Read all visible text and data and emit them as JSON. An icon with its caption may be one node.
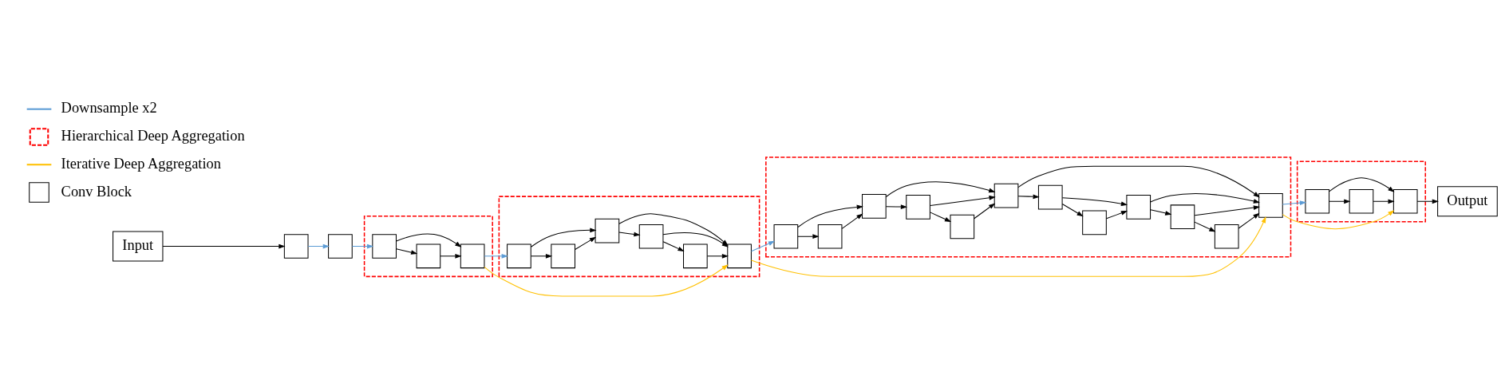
{
  "diagram": {
    "nodes": [
      {
        "text": [
          "Input"
        ]
      },
      {
        "text": [],
        "shape": "box"
      },
      {
        "text": [],
        "shape": "box"
      },
      {
        "text": [],
        "shape": "box"
      },
      {
        "text": [],
        "shape": "box",
        "in": 3
      },
      {
        "text": [],
        "shape": "box",
        "in": 3
      },
      {
        "text": [],
        "shape": "box",
        "in": 3
      },
      {
        "text": [],
        "shape": "box"
      },
      {
        "text": [],
        "shape": "box",
        "in": 7
      },
      {
        "text": [],
        "shape": "box",
        "in": 7
      },
      {
        "text": [],
        "shape": "box",
        "in": 7
      },
      {
        "text": [],
        "shape": "box",
        "in": 7
      },
      {
        "text": [],
        "shape": "box",
        "in": 7
      },
      {
        "text": [],
        "shape": "box",
        "in": 7
      },
      {
        "text": [],
        "shape": "box"
      },
      {
        "text": [],
        "shape": "box",
        "in": 14
      },
      {
        "text": [],
        "shape": "box",
        "in": 14
      },
      {
        "text": [],
        "shape": "box",
        "in": 14
      },
      {
        "text": [],
        "shape": "box",
        "in": 14
      },
      {
        "text": [],
        "shape": "box",
        "in": 14
      },
      {
        "text": [],
        "shape": "box",
        "in": 14
      },
      {
        "text": [],
        "shape": "box",
        "in": 14
      },
      {
        "text": [],
        "shape": "box",
        "in": 14
      },
      {
        "text": [],
        "shape": "box",
        "in": 14
      },
      {
        "text": [],
        "shape": "box",
        "in": 14
      },
      {
        "text": [],
        "shape": "box",
        "in": 14
      },
      {
        "text": [],
        "shape": "box",
        "in": 14
      },
      {
        "text": [],
        "shape": "box"
      },
      {
        "text": [],
        "shape": "box",
        "in": 27
      },
      {
        "text": [],
        "shape": "box",
        "in": 27
      },
      {
        "text": [],
        "shape": "box",
        "in": 27
      },
      {
        "text": [
          "Output"
        ]
      }
    ],
    "edges": [
      {
        "from": 0,
        "to": 1,
        "arrow": "to"
      },
      {
        "from": 1,
        "to": 2,
        "arrow": "to",
        "color": "#5b9bd5"
      },
      {
        "from": 2,
        "to": 4,
        "arrow": "to",
        "color": "#5b9bd5"
      },
      {
        "from": 4,
        "to": 5,
        "arrow": "to"
      },
      {
        "from": 4,
        "to": 6,
        "arrow": "to"
      },
      {
        "from": 5,
        "to": 6,
        "arrow": "to"
      },
      {
        "from": 6,
        "to": 8,
        "arrow": "to",
        "color": "#5b9bd5"
      },
      {
        "from": 6,
        "to": 13,
        "arrow": "to",
        "color": "#ffc000"
      },
      {
        "from": 8,
        "to": 9,
        "arrow": "to"
      },
      {
        "from": 8,
        "to": 10,
        "arrow": "to"
      },
      {
        "from": 9,
        "to": 10,
        "arrow": "to"
      },
      {
        "from": 10,
        "to": 11,
        "arrow": "to"
      },
      {
        "from": 10,
        "to": 13,
        "arrow": "to"
      },
      {
        "from": 11,
        "to": 12,
        "arrow": "to"
      },
      {
        "from": 11,
        "to": 13,
        "arrow": "to"
      },
      {
        "from": 12,
        "to": 13,
        "arrow": "to"
      },
      {
        "from": 13,
        "to": 15,
        "arrow": "to",
        "color": "#5b9bd5"
      },
      {
        "from": 13,
        "to": 26,
        "arrow": "to",
        "color": "#ffc000"
      },
      {
        "from": 15,
        "to": 16,
        "arrow": "to"
      },
      {
        "from": 15,
        "to": 17,
        "arrow": "to"
      },
      {
        "from": 16,
        "to": 17,
        "arrow": "to"
      },
      {
        "from": 17,
        "to": 18,
        "arrow": "to"
      },
      {
        "from": 17,
        "to": 20,
        "arrow": "to"
      },
      {
        "from": 18,
        "to": 19,
        "arrow": "to"
      },
      {
        "from": 18,
        "to": 20,
        "arrow": "to"
      },
      {
        "from": 19,
        "to": 20,
        "arrow": "to"
      },
      {
        "from": 20,
        "to": 21,
        "arrow": "to"
      },
      {
        "from": 20,
        "to": 26,
        "arrow": "to"
      },
      {
        "from": 21,
        "to": 22,
        "arrow": "to"
      },
      {
        "from": 21,
        "to": 23,
        "arrow": "to"
      },
      {
        "from": 22,
        "to": 23,
        "arrow": "to"
      },
      {
        "from": 23,
        "to": 24,
        "arrow": "to"
      },
      {
        "from": 23,
        "to": 26,
        "arrow": "to"
      },
      {
        "from": 24,
        "to": 25,
        "arrow": "to"
      },
      {
        "from": 24,
        "to": 26,
        "arrow": "to"
      },
      {
        "from": 25,
        "to": 26,
        "arrow": "to"
      },
      {
        "from": 26,
        "to": 28,
        "arrow": "to",
        "color": "#5b9bd5"
      },
      {
        "from": 26,
        "to": 30,
        "arrow": "to",
        "color": "#ffc000"
      },
      {
        "from": 28,
        "to": 29,
        "arrow": "to"
      },
      {
        "from": 28,
        "to": 30,
        "arrow": "to"
      },
      {
        "from": 29,
        "to": 30,
        "arrow": "to"
      },
      {
        "from": 30,
        "to": 31,
        "arrow": "to"
      }
    ],
    "legend": [
      {
        "text": "Downsample x2"
      },
      {
        "text": "Hierarchical Deep Aggregation"
      },
      {
        "text": "Iterative Deep Aggregation"
      },
      {
        "text": "Conv Block"
      }
    ]
  }
}
